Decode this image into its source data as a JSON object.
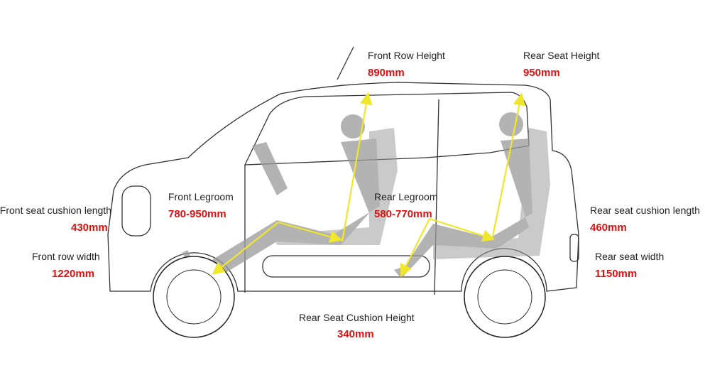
{
  "colors": {
    "value": "#e01010",
    "arrow": "#f0e62a",
    "silhouette": "#9a9a9a"
  },
  "labels": {
    "front_row_height": {
      "title": "Front Row Height",
      "value": "890mm"
    },
    "rear_seat_height": {
      "title": "Rear Seat Height",
      "value": "950mm"
    },
    "front_legroom": {
      "title": "Front Legroom",
      "value": "780-950mm"
    },
    "rear_legroom": {
      "title": "Rear Legroom",
      "value": "580-770mm"
    },
    "front_seat_cushion_length": {
      "title": "Front seat cushion length",
      "value": "430mm"
    },
    "front_row_width": {
      "title": "Front row width",
      "value": "1220mm"
    },
    "rear_seat_cushion_length": {
      "title": "Rear seat cushion length",
      "value": "460mm"
    },
    "rear_seat_width": {
      "title": "Rear seat width",
      "value": "1150mm"
    },
    "rear_seat_cushion_height": {
      "title": "Rear Seat Cushion Height",
      "value": "340mm"
    }
  }
}
